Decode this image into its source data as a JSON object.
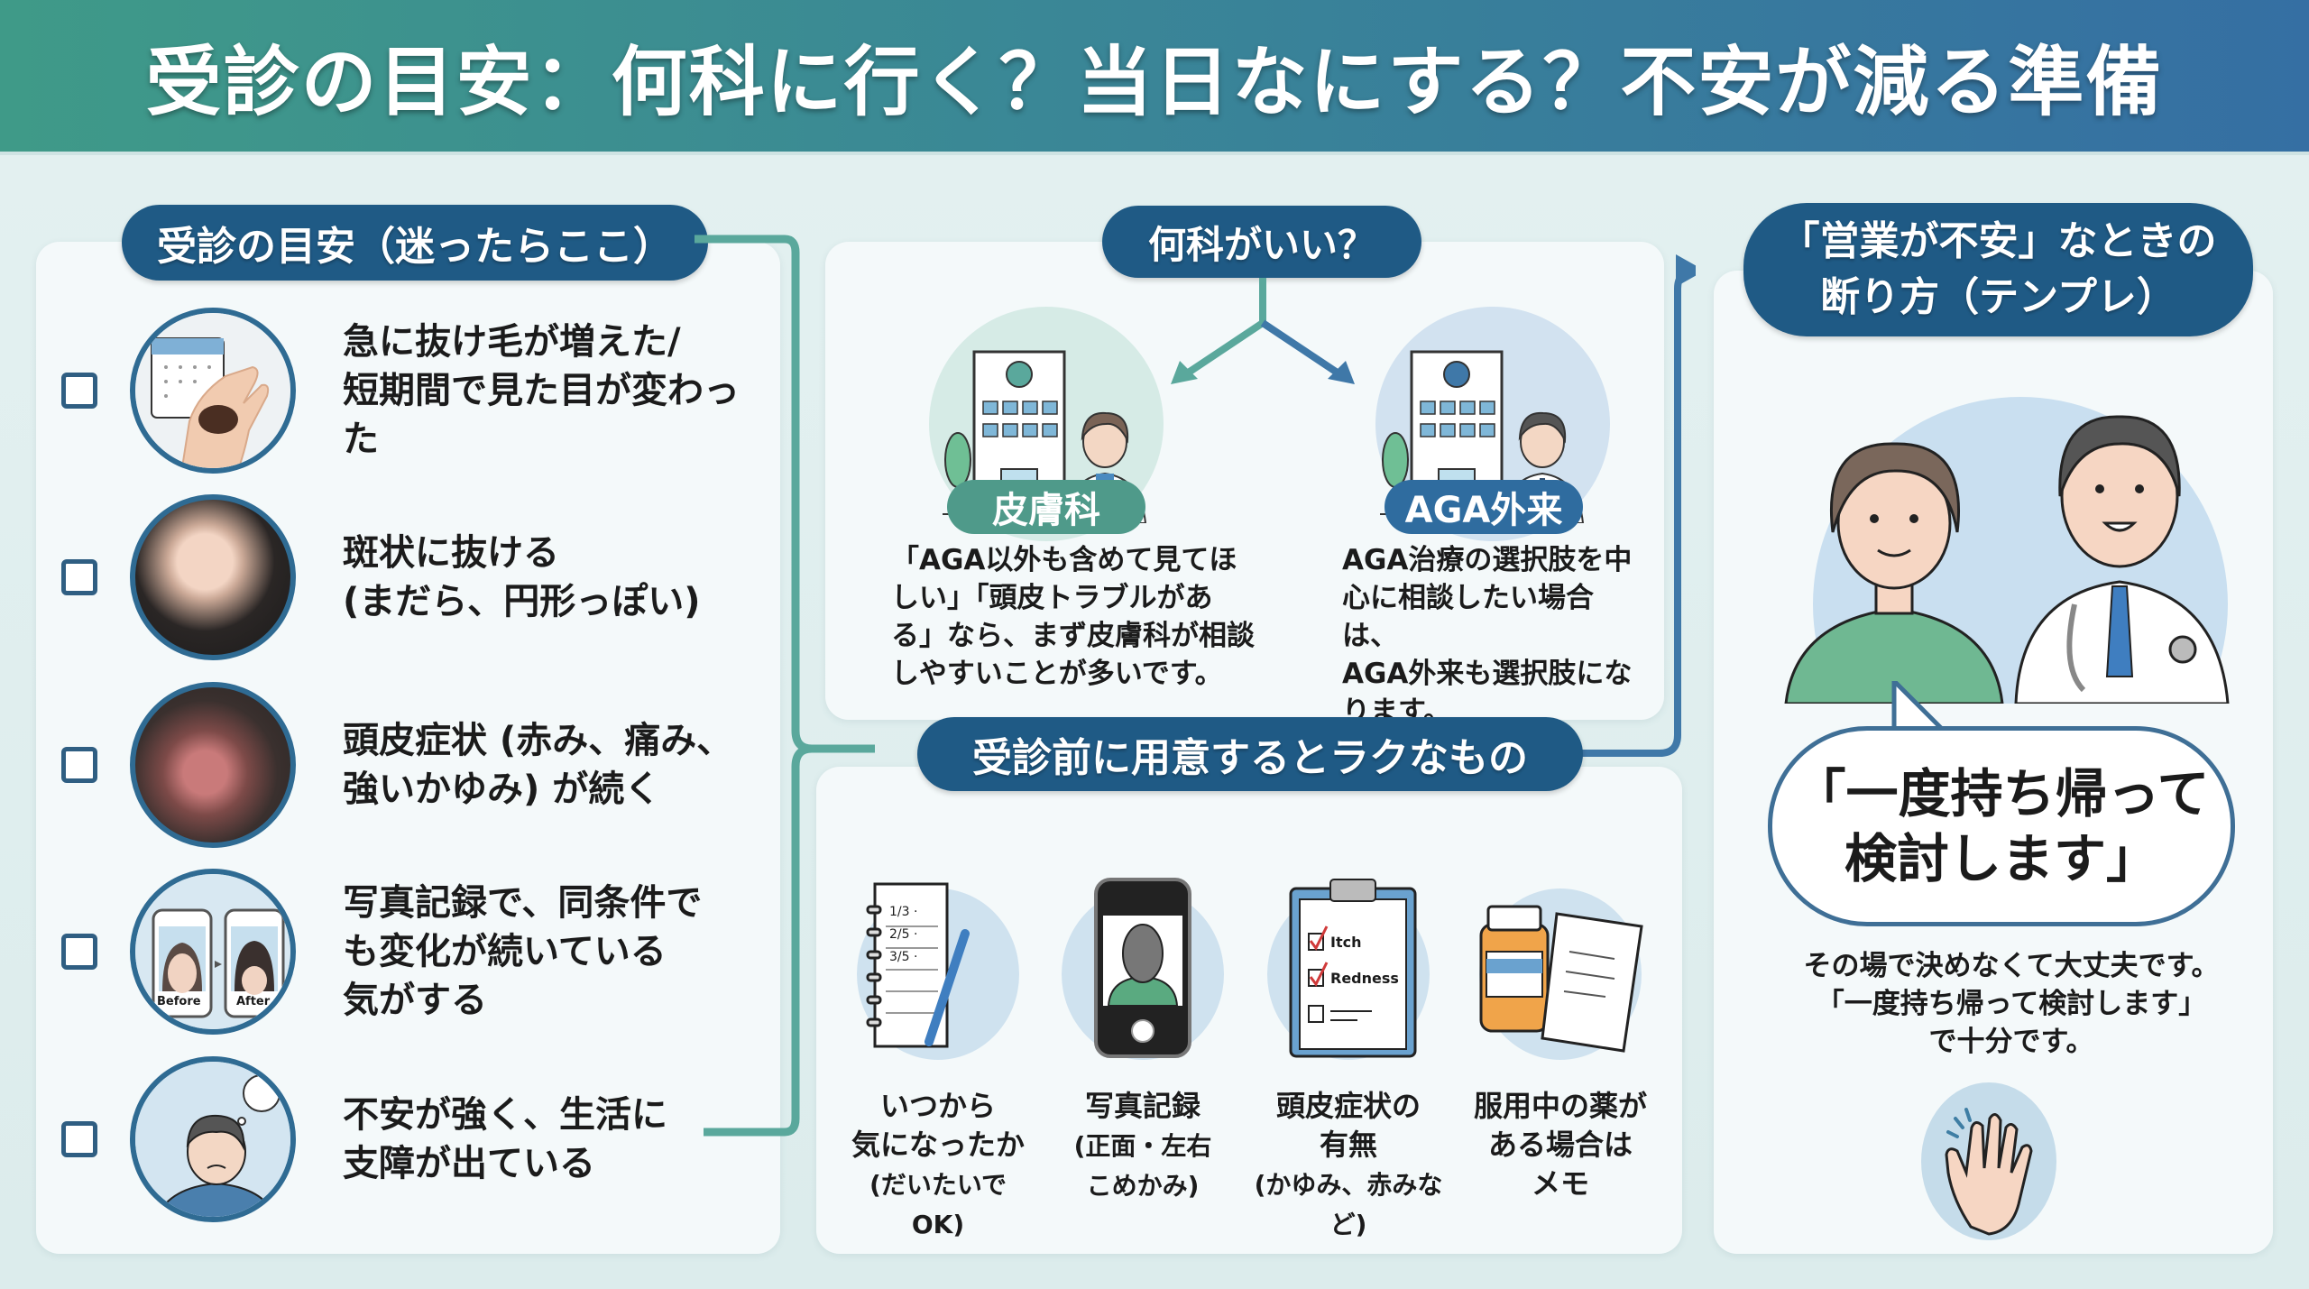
{
  "title": "受診の目安：何科に行く？当日なにする？不安が減る準備",
  "criteria": {
    "heading": "受診の目安（迷ったらここ）",
    "items": [
      {
        "text": "急に抜け毛が増えた/\n短期間で見た目が変わった",
        "checked": false,
        "icon": "calendar-hair-loss-icon"
      },
      {
        "text": "斑状に抜ける\n(まだら、円形っぽい)",
        "checked": false,
        "icon": "patchy-hair-icon"
      },
      {
        "text": "頭皮症状 (赤み、痛み、\n強いかゆみ) が続く",
        "checked": false,
        "icon": "scalp-redness-icon"
      },
      {
        "text": "写真記録で、同条件で\nも変化が続いている\n気がする",
        "checked": false,
        "icon": "before-after-phones-icon",
        "before_label": "Before",
        "after_label": "After"
      },
      {
        "text": "不安が強く、生活に\n支障が出ている",
        "checked": false,
        "icon": "worried-person-icon"
      }
    ]
  },
  "department": {
    "heading": "何科がいい？",
    "options": [
      {
        "name": "皮膚科",
        "color": "#4f9a8a",
        "description": "「AGA以外も含めて見てほ\nしい」「頭皮トラブルがあ\nる」なら、まず皮膚科が相談\nしやすいことが多いです。"
      },
      {
        "name": "AGA外来",
        "color": "#2f6c9f",
        "description": "AGA治療の選択肢を中\n心に相談したい場合は、\nAGA外来も選択肢にな\nります。"
      }
    ]
  },
  "preparation": {
    "heading": "受診前に用意するとラクなもの",
    "items": [
      {
        "label": "いつから\n気になったか",
        "sub": "(だいたいでOK)",
        "icon": "notebook-pen-icon",
        "notes": [
          "1/3 ·",
          "2/5 ·",
          "3/5 ·"
        ]
      },
      {
        "label": "写真記録",
        "sub": "(正面・左右\nこめかみ)",
        "icon": "phone-camera-icon"
      },
      {
        "label": "頭皮症状の\n有無",
        "sub": "(かゆみ、赤みなど)",
        "icon": "clipboard-checklist-icon",
        "checklist": [
          "Itch",
          "Redness"
        ]
      },
      {
        "label": "服用中の薬が\nある場合は\nメモ",
        "sub": "",
        "icon": "medicine-bottle-icon"
      }
    ]
  },
  "refusal": {
    "heading": "「営業が不安」なときの\n断り方（テンプレ）",
    "quote": "「一度持ち帰って\n検討します」",
    "note": "その場で決めなくて大丈夫です。\n「一度持ち帰って検討します」\nで十分です。"
  },
  "colors": {
    "navy": "#1f5a85",
    "teal": "#4f9a8a",
    "connector_teal": "#5aa89c",
    "connector_blue": "#3f78a8"
  }
}
